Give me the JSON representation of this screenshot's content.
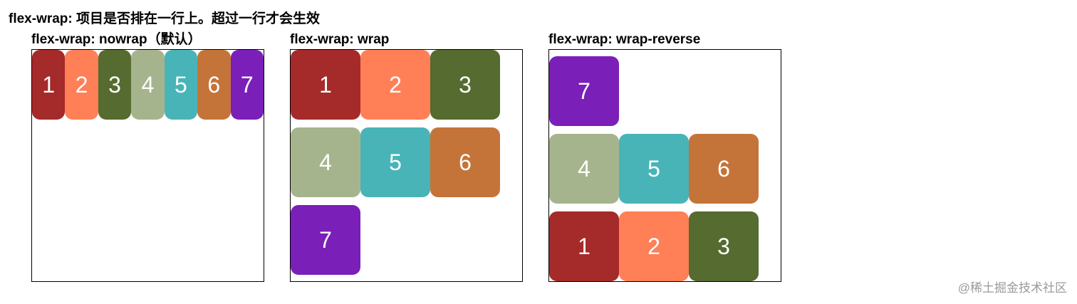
{
  "title": "flex-wrap: 项目是否排在一行上。超过一行才会生效",
  "demos": [
    {
      "label": "flex-wrap: nowrap（默认）",
      "mode": "nowrap"
    },
    {
      "label": "flex-wrap: wrap",
      "mode": "wrap"
    },
    {
      "label": "flex-wrap: wrap-reverse",
      "mode": "wrap-reverse"
    }
  ],
  "items": [
    {
      "label": "1",
      "color": "#a52a2a"
    },
    {
      "label": "2",
      "color": "#ff7f57"
    },
    {
      "label": "3",
      "color": "#556b2f"
    },
    {
      "label": "4",
      "color": "#a6b48e"
    },
    {
      "label": "5",
      "color": "#48b4b8"
    },
    {
      "label": "6",
      "color": "#c57439"
    },
    {
      "label": "7",
      "color": "#7a1fb8"
    }
  ],
  "watermark": "@稀土掘金技术社区"
}
